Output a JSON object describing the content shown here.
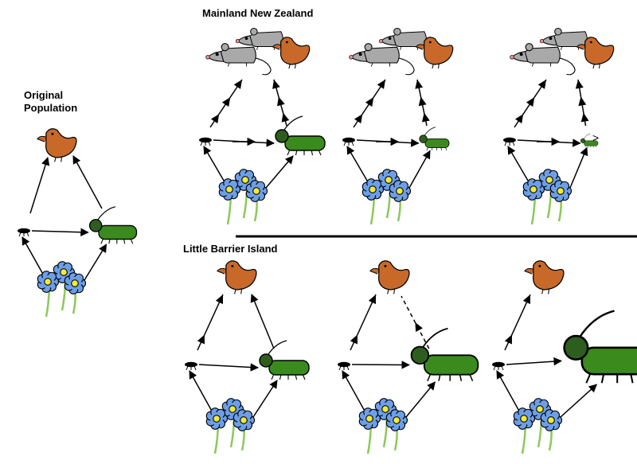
{
  "labels": {
    "original_population": "Original\nPopulation",
    "mainland": "Mainland New Zealand",
    "little_barrier": "Little Barrier Island"
  },
  "colors": {
    "bird": "#c8692a",
    "beetle_body": "#3a8a1e",
    "beetle_head": "#2e5e1e",
    "flower": "#6d9fe8",
    "flower_center": "#f2ea3a",
    "stem": "#8cc85a",
    "rat": "#a9a9a9",
    "rat_nose": "#ef8f98",
    "outline": "#000000"
  },
  "icons": [
    "bird-icon",
    "rat-icon",
    "beetle-icon",
    "flower-icon",
    "small-insect-icon"
  ],
  "panels": {
    "original": {
      "beetle_scale": 1.0,
      "rats": 0
    },
    "mainland": [
      {
        "beetle_scale": 1.0,
        "rats": 2,
        "predation": "strong"
      },
      {
        "beetle_scale": 0.6,
        "rats": 2,
        "predation": "strong"
      },
      {
        "beetle_scale": 0.35,
        "rats": 2,
        "predation": "strong"
      }
    ],
    "little_barrier": [
      {
        "beetle_scale": 1.0,
        "rats": 0,
        "predation": "normal"
      },
      {
        "beetle_scale": 1.35,
        "rats": 0,
        "predation": "reduced"
      },
      {
        "beetle_scale": 1.85,
        "rats": 0,
        "predation": "none"
      }
    ]
  }
}
